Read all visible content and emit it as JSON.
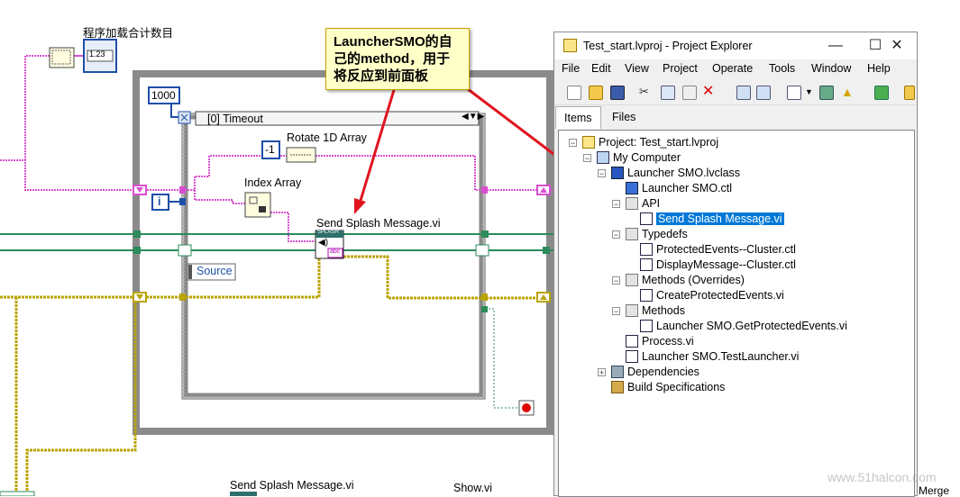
{
  "diagram": {
    "indicator_label": "程序加载合计数目",
    "numeric_value": "1.23",
    "timeout_constant": "1000",
    "case_selector": "[0] Timeout",
    "rotate_label": "Rotate 1D Array",
    "rotate_constant": "-1",
    "index_label": "Index Array",
    "iteration_terminal": "i",
    "send_splash_label": "Send Splash Message.vi",
    "splash_icon_text": "SPLASH",
    "splash_icon_sub": "abc",
    "source_label": "Source",
    "bottom_send_label": "Send Splash Message.vi",
    "bottom_show_label": "Show.vi"
  },
  "callout": {
    "text": "LauncherSMO的自己的method，用于将反应到前面板"
  },
  "explorer": {
    "title": "Test_start.lvproj - Project Explorer",
    "window_controls": {
      "minimize": "—",
      "maximize": "☐",
      "close": "✕"
    },
    "menu": [
      "File",
      "Edit",
      "View",
      "Project",
      "Operate",
      "Tools",
      "Window",
      "Help"
    ],
    "tabs": [
      "Items",
      "Files"
    ],
    "tree": [
      {
        "label": "Project: Test_start.lvproj",
        "icon": "project-icon"
      },
      {
        "label": "My Computer",
        "icon": "computer-icon"
      },
      {
        "label": "Launcher SMO.lvclass",
        "icon": "class-icon"
      },
      {
        "label": "Launcher SMO.ctl",
        "icon": "ctl-icon"
      },
      {
        "label": "API",
        "icon": "folder-icon"
      },
      {
        "label": "Send Splash Message.vi",
        "icon": "vi-icon",
        "selected": true
      },
      {
        "label": "Typedefs",
        "icon": "folder-icon"
      },
      {
        "label": "ProtectedEvents--Cluster.ctl",
        "icon": "ctl-icon"
      },
      {
        "label": "DisplayMessage--Cluster.ctl",
        "icon": "ctl-icon"
      },
      {
        "label": "Methods (Overrides)",
        "icon": "folder-icon"
      },
      {
        "label": "CreateProtectedEvents.vi",
        "icon": "vi-icon"
      },
      {
        "label": "Methods",
        "icon": "folder-icon"
      },
      {
        "label": "Launcher SMO.GetProtectedEvents.vi",
        "icon": "vi-icon"
      },
      {
        "label": "Process.vi",
        "icon": "vi-icon"
      },
      {
        "label": "Launcher SMO.TestLauncher.vi",
        "icon": "vi-icon"
      },
      {
        "label": "Dependencies",
        "icon": "dependencies-icon"
      },
      {
        "label": "Build Specifications",
        "icon": "build-icon"
      }
    ]
  },
  "watermark": "www.51halcon.com",
  "edge_label": "Merge"
}
